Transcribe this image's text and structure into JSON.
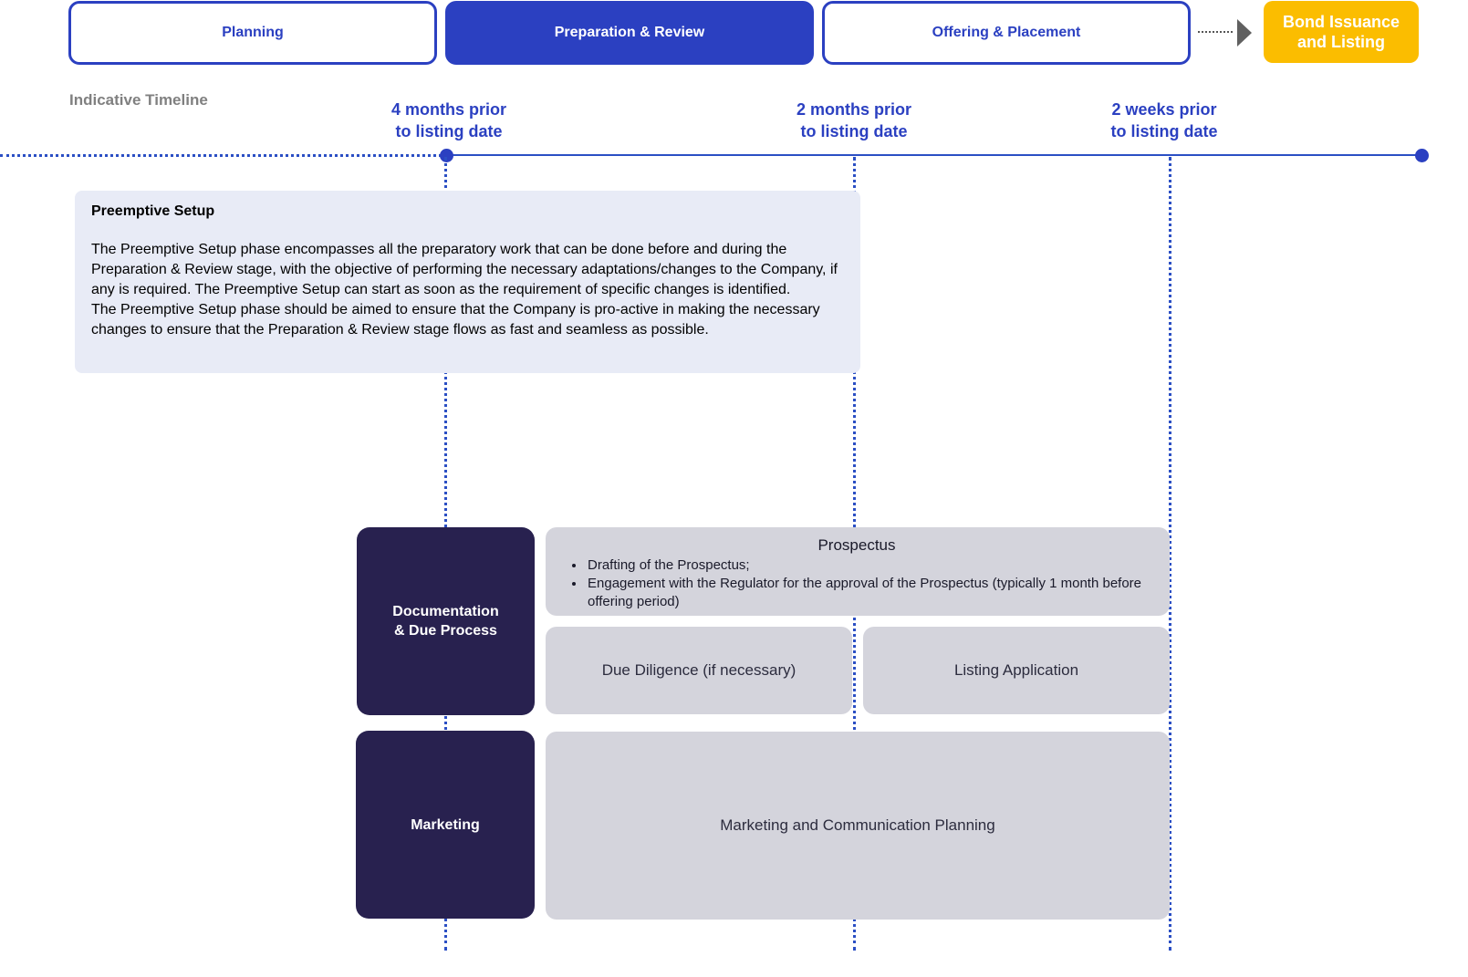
{
  "phases": [
    {
      "label": "Planning",
      "active": false
    },
    {
      "label": "Preparation & Review",
      "active": true
    },
    {
      "label": "Offering & Placement",
      "active": false
    }
  ],
  "final_phase": {
    "line1": "Bond Issuance",
    "line2": "and Listing"
  },
  "timeline": {
    "label": "Indicative Timeline",
    "milestones": [
      {
        "line1": "4 months prior",
        "line2": "to listing date"
      },
      {
        "line1": "2 months prior",
        "line2": "to listing date"
      },
      {
        "line1": "2 weeks prior",
        "line2": "to listing date"
      }
    ]
  },
  "preemptive": {
    "title": "Preemptive Setup",
    "paragraph1": "The Preemptive Setup phase encompasses all the preparatory work that can be done before and during the Preparation & Review stage, with the objective of performing the necessary adaptations/changes to the Company, if any is required. The Preemptive Setup can start as soon as the requirement of specific changes is identified.",
    "paragraph2": "The Preemptive Setup phase should be aimed to ensure that the Company is pro-active in making the necessary changes to ensure that the Preparation & Review stage flows as fast and seamless as possible."
  },
  "workstreams": {
    "documentation": {
      "label_line1": "Documentation",
      "label_line2": "& Due Process",
      "prospectus": {
        "title": "Prospectus",
        "bullets": [
          "Drafting of the Prospectus;",
          "Engagement with the Regulator for the approval of the Prospectus (typically 1 month before offering period)"
        ]
      },
      "due_diligence": "Due Diligence (if necessary)",
      "listing_application": "Listing Application"
    },
    "marketing": {
      "label": "Marketing",
      "task": "Marketing and Communication Planning"
    }
  },
  "colors": {
    "accent_blue": "#2b40c1",
    "final_yellow": "#fbbd00",
    "dark_navy": "#28214f",
    "task_gray": "#d4d4dc",
    "panel_bg": "#e8ebf6"
  }
}
